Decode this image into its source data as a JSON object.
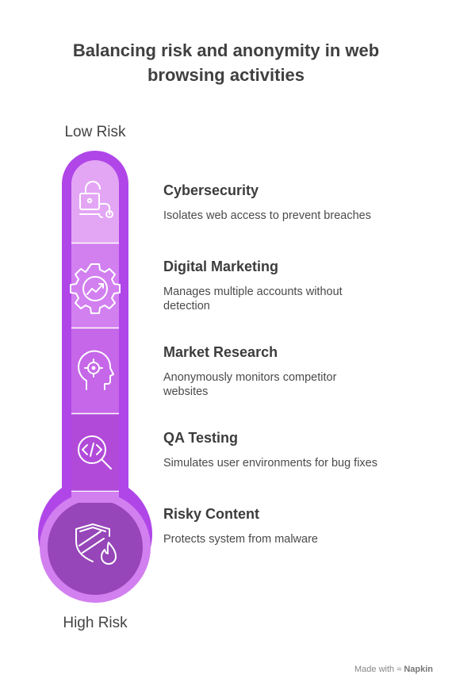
{
  "title": "Balancing risk and anonymity in web browsing activities",
  "scale": {
    "top_label": "Low Risk",
    "bottom_label": "High Risk"
  },
  "colors": {
    "outline": "#b046e8",
    "segment_1": "#e3a6f4",
    "segment_2": "#d27ff0",
    "segment_3": "#c567e8",
    "segment_4": "#b14ad9",
    "bulb": "#9646b8",
    "icon_stroke": "#ffffff"
  },
  "items": [
    {
      "title": "Cybersecurity",
      "description": "Isolates web access to prevent breaches",
      "icon": "padlock-icon"
    },
    {
      "title": "Digital Marketing",
      "description": "Manages multiple accounts without detection",
      "icon": "gear-chart-icon"
    },
    {
      "title": "Market Research",
      "description": "Anonymously monitors competitor websites",
      "icon": "head-target-icon"
    },
    {
      "title": "QA Testing",
      "description": "Simulates user environments for bug fixes",
      "icon": "code-search-icon"
    },
    {
      "title": "Risky Content",
      "description": "Protects system from malware",
      "icon": "shield-fire-icon"
    }
  ],
  "branding": {
    "prefix": "Made with",
    "name": "Napkin"
  }
}
